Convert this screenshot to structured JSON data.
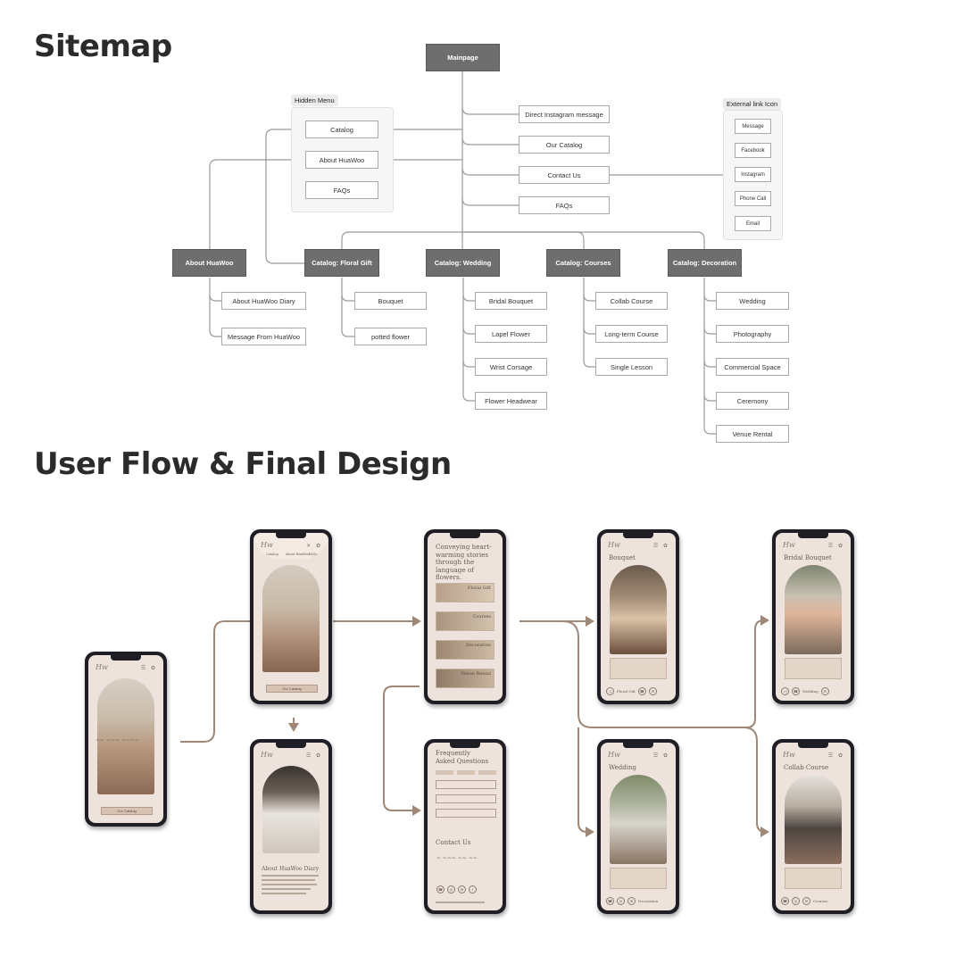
{
  "sitemap": {
    "title": "Sitemap",
    "mainpage": "Mainpage",
    "hidden_menu": {
      "label": "Hidden Menu",
      "items": [
        "Catalog",
        "About HuaWoo",
        "FAQs"
      ]
    },
    "main_links": [
      "Direct Instagram message",
      "Our Catalog",
      "Contact Us",
      "FAQs"
    ],
    "external": {
      "label": "External link Icon",
      "items": [
        "Message",
        "Facebook",
        "Instagram",
        "Phone Call",
        "Email"
      ]
    },
    "sections": [
      {
        "title": "About HuaWoo",
        "children": [
          "About HuaWoo Diary",
          "Message From HuaWoo"
        ]
      },
      {
        "title": "Catalog: Floral Gift",
        "children": [
          "Bouquet",
          "potted flower"
        ]
      },
      {
        "title": "Catalog: Wedding",
        "children": [
          "Bridal Bouquet",
          "Lapel Flower",
          "Wrist Corsage",
          "Flower Headwear"
        ]
      },
      {
        "title": "Catalog: Courses",
        "children": [
          "Collab Course",
          "Long-term Course",
          "Single Lesson"
        ]
      },
      {
        "title": "Catalog: Decoration",
        "children": [
          "Wedding",
          "Photography",
          "Commercial Space",
          "Ceremony",
          "Venue Rental"
        ]
      }
    ]
  },
  "userflow": {
    "title": "User Flow & Final Design",
    "screens": {
      "home": {
        "button": "Our Catalog"
      },
      "menu": {
        "tabs": [
          "Catalog",
          "About HuaWoo",
          "FAQs"
        ],
        "button": "Our Catalog"
      },
      "catalog": {
        "heading": "Conveying heart-warming stories through the language of flowers.",
        "cards": [
          "Floral Gift",
          "Courses",
          "Decoration",
          "Venue Rental"
        ]
      },
      "bouquet": {
        "title": "Bouquet",
        "bar_label": "Floral Gift"
      },
      "bridal": {
        "title": "Bridal Bouquet",
        "bar_label": "Wedding"
      },
      "diary": {
        "title": "About HuaWoo Diary"
      },
      "faq": {
        "title": "Frequently Asked Questions",
        "contact": "Contact Us"
      },
      "wedding": {
        "title": "Wedding",
        "bar_label": "Decoration"
      },
      "collab": {
        "title": "Collab Course",
        "bar_label": "Courses"
      }
    }
  },
  "colors": {
    "accent": "#a08878",
    "dark_node": "#6e6e6e",
    "phone_bg": "#eee3dc"
  }
}
